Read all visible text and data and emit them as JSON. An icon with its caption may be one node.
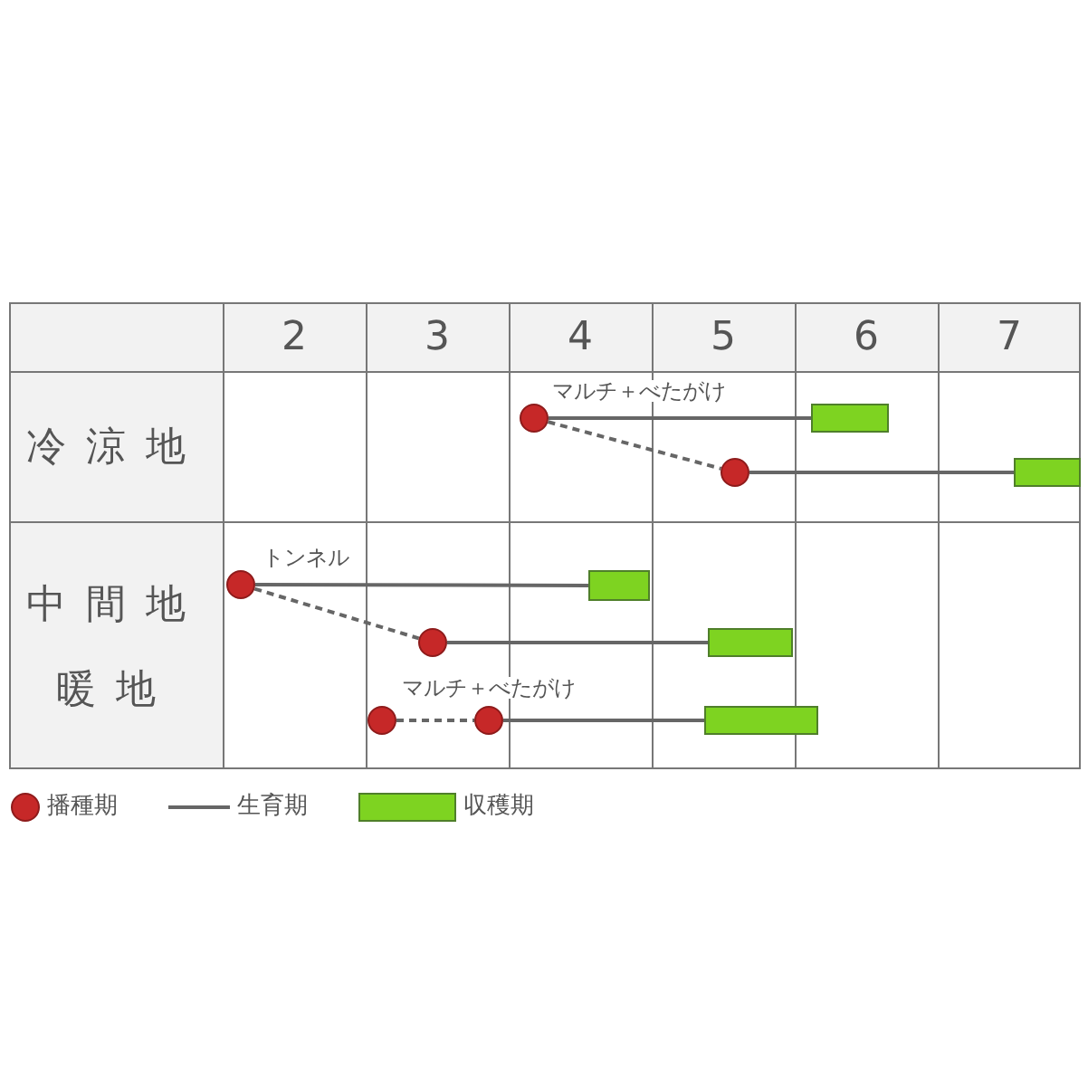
{
  "diagram": {
    "nodes": [
      {
        "text": [],
        "shape": "circle"
      },
      {
        "text": [],
        "shape": "bar"
      },
      {
        "text": [],
        "shape": "circle"
      },
      {
        "text": [],
        "shape": "bar"
      },
      {
        "text": [],
        "shape": "circle"
      },
      {
        "text": [],
        "shape": "bar"
      },
      {
        "text": [],
        "shape": "circle"
      },
      {
        "text": [],
        "shape": "bar"
      },
      {
        "text": [],
        "shape": "circle"
      },
      {
        "text": [],
        "shape": "circle"
      },
      {
        "text": [],
        "shape": "bar"
      }
    ],
    "edges": [
      {
        "from": 0,
        "to": 1,
        "arrow": "none",
        "label": "マルチ＋べたがけ"
      },
      {
        "from": 0,
        "to": 2,
        "arrow": "none",
        "style": "dashed"
      },
      {
        "from": 2,
        "to": 3,
        "arrow": "none"
      },
      {
        "from": 4,
        "to": 5,
        "arrow": "none",
        "label": "トンネル"
      },
      {
        "from": 4,
        "to": 6,
        "arrow": "none",
        "style": "dashed"
      },
      {
        "from": 6,
        "to": 7,
        "arrow": "none"
      },
      {
        "from": 8,
        "to": 9,
        "arrow": "none",
        "style": "dashed"
      },
      {
        "from": 9,
        "to": 10,
        "arrow": "none",
        "label": "マルチ＋べたがけ"
      }
    ],
    "labels": [
      "2",
      "3",
      "4",
      "5",
      "6",
      "7",
      "冷涼地",
      "中間地",
      "暖地"
    ],
    "legend": [
      {
        "text": "播種期",
        "color": "#c62828"
      },
      {
        "text": "生育期"
      },
      {
        "text": "収穫期",
        "color": "#7ed321"
      }
    ]
  }
}
